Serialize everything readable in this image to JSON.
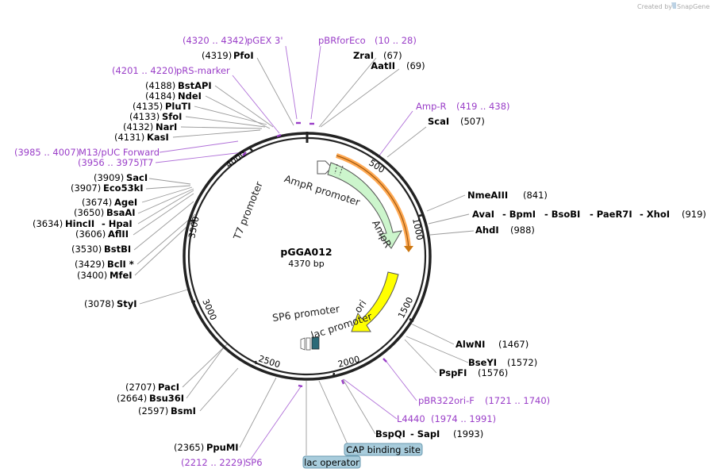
{
  "credit": {
    "prefix": "Created by",
    "brand": "SnapGene"
  },
  "plasmid": {
    "name": "pGGA012",
    "length": "4370 bp"
  },
  "ticks": [
    "500",
    "1000",
    "1500",
    "2000",
    "2500",
    "3000",
    "3500",
    "4000"
  ],
  "features": {
    "ampr_promoter": "AmpR promoter",
    "ampr": "AmpR",
    "ori": "ori",
    "t7_promoter": "T7 promoter",
    "sp6_promoter": "SP6 promoter",
    "lac_promoter": "lac promoter",
    "cap_binding_site": "CAP binding site",
    "lac_operator": "lac operator"
  },
  "primers": {
    "pgex3": {
      "range": "(4320 .. 4342)",
      "name": "pGEX 3'"
    },
    "pbrfor": {
      "name": "pBRforEco",
      "range": "(10 .. 28)"
    },
    "prs": {
      "range": "(4201 .. 4220)",
      "name": "pRS-marker"
    },
    "ampr_p": {
      "name": "Amp-R",
      "range": "(419 .. 438)"
    },
    "m13": {
      "range": "(3985 .. 4007)",
      "name": "M13/pUC Forward"
    },
    "t7": {
      "range": "(3956 .. 3975)",
      "name": "T7"
    },
    "pbr322": {
      "name": "pBR322ori-F",
      "range": "(1721 .. 1740)"
    },
    "l4440": {
      "name": "L4440",
      "range": "(1974 .. 1991)"
    },
    "sp6": {
      "range": "(2212 .. 2229)",
      "name": "SP6"
    }
  },
  "enzymes": {
    "pfoi": {
      "pos": "(4319)",
      "name": "PfoI"
    },
    "zrai": {
      "name": "ZraI",
      "pos": "(67)"
    },
    "aatii": {
      "name": "AatII",
      "pos": "(69)"
    },
    "bstapi": {
      "pos": "(4188)",
      "name": "BstAPI"
    },
    "ndei": {
      "pos": "(4184)",
      "name": "NdeI"
    },
    "pluti": {
      "pos": "(4135)",
      "name": "PluTI"
    },
    "sfoi": {
      "pos": "(4133)",
      "name": "SfoI"
    },
    "nari": {
      "pos": "(4132)",
      "name": "NarI"
    },
    "kasi": {
      "pos": "(4131)",
      "name": "KasI"
    },
    "scai": {
      "name": "ScaI",
      "pos": "(507)"
    },
    "sacl": {
      "pos": "(3909)",
      "name": "SacI"
    },
    "eco53ki": {
      "pos": "(3907)",
      "name": "Eco53kI"
    },
    "nmeaiii": {
      "name": "NmeAIII",
      "pos": "(841)"
    },
    "agei": {
      "pos": "(3674)",
      "name": "AgeI"
    },
    "bsaai": {
      "pos": "(3650)",
      "name": "BsaAI"
    },
    "multi919": {
      "names": [
        "AvaI",
        "-  BpmI",
        "-  BsoBI",
        "-  PaeR7I",
        "-  XhoI"
      ],
      "pos": "(919)"
    },
    "hincii": {
      "pos": "(3634)",
      "name": "HincII",
      "name2": "-  HpaI"
    },
    "ahdi": {
      "name": "AhdI",
      "pos": "(988)"
    },
    "aflii": {
      "pos": "(3606)",
      "name": "AflII"
    },
    "bstbi": {
      "pos": "(3530)",
      "name": "BstBI"
    },
    "bcli": {
      "pos": "(3429)",
      "name": "BclI *"
    },
    "mfei": {
      "pos": "(3400)",
      "name": "MfeI"
    },
    "styi": {
      "pos": "(3078)",
      "name": "StyI"
    },
    "alwni": {
      "name": "AlwNI",
      "pos": "(1467)"
    },
    "bseyi": {
      "name": "BseYI",
      "pos": "(1572)"
    },
    "pspfi": {
      "name": "PspFI",
      "pos": "(1576)"
    },
    "paci": {
      "pos": "(2707)",
      "name": "PacI"
    },
    "bsu36i": {
      "pos": "(2664)",
      "name": "Bsu36I"
    },
    "bsmi": {
      "pos": "(2597)",
      "name": "BsmI"
    },
    "bspqi": {
      "name": "BspQI",
      "name2": "-  SapI",
      "pos": "(1993)"
    },
    "ppumi": {
      "pos": "(2365)",
      "name": "PpuMI"
    }
  },
  "colors": {
    "backbone": "#222222",
    "ampr": "#ccf5cc",
    "ampr_promoter": "#ffffff",
    "ori": "#ffff00",
    "primer": "#9a3ec8",
    "primer_arc": "#ff9933",
    "box": "#a8ccdc"
  }
}
